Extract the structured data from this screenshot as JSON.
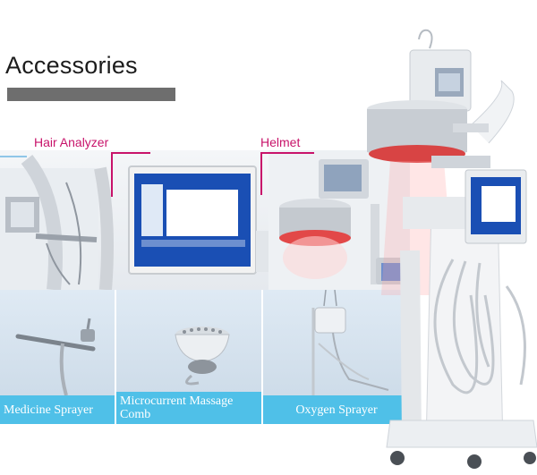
{
  "heading": {
    "title": "Accessories"
  },
  "callouts": {
    "hair_analyzer": "Hair Analyzer",
    "helmet": "Helmet"
  },
  "accessories": [
    {
      "id": "medicine-sprayer",
      "label": "Medicine Sprayer"
    },
    {
      "id": "microcurrent-massage-comb",
      "label": "Microcurrent Massage Comb"
    },
    {
      "id": "oxygen-sprayer",
      "label": "Oxygen Sprayer"
    }
  ],
  "colors": {
    "accent_magenta": "#c8136a",
    "caption_blue": "#4fc0e8",
    "heading_bar": "#6e6e6e",
    "screen_blue": "#1a4fb4"
  }
}
